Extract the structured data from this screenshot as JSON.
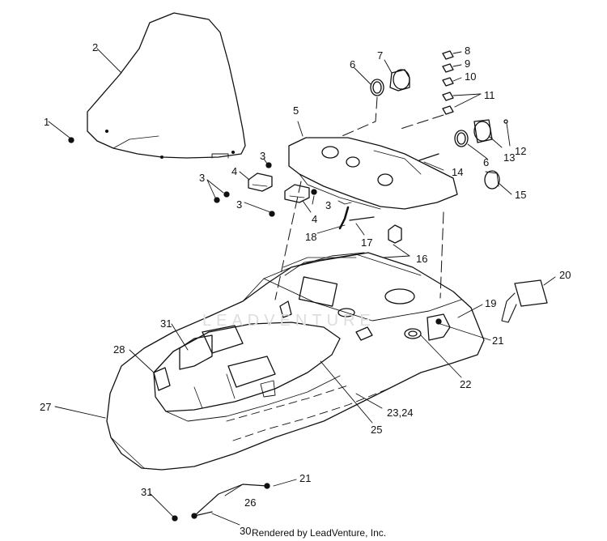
{
  "diagram": {
    "callouts": [
      "1",
      "2",
      "3",
      "3",
      "3",
      "3",
      "4",
      "4",
      "5",
      "6",
      "6",
      "7",
      "8",
      "9",
      "10",
      "11",
      "12",
      "13",
      "14",
      "15",
      "16",
      "17",
      "18",
      "19",
      "20",
      "21",
      "21",
      "22",
      "23,24",
      "25",
      "26",
      "27",
      "28",
      "30",
      "31",
      "31"
    ],
    "footer": "Rendered by LeadVenture, Inc.",
    "watermark": "LEADVENTURE"
  }
}
